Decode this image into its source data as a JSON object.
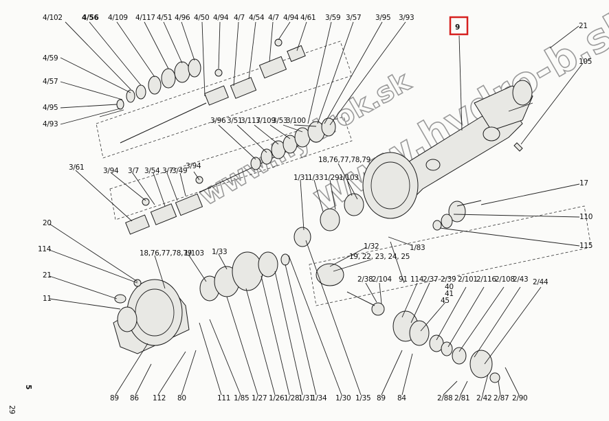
{
  "highlight_label": "9",
  "page_number": "29",
  "group_number": "5",
  "watermarks": [
    "www.hydro-b.sk",
    "www.hydrok.sk"
  ],
  "labels": {
    "l_4_102": "4/102",
    "l_4_56": "4/56",
    "l_4_109": "4/109",
    "l_4_117": "4/117",
    "l_4_51": "4/51",
    "l_4_96": "4/96",
    "l_4_50": "4/50",
    "l_4_94a": "4/94",
    "l_4_7a": "4/7",
    "l_4_54": "4/54",
    "l_4_7b": "4/7",
    "l_4_94b": "4/94",
    "l_4_61": "4/61",
    "l_3_59": "3/59",
    "l_3_57": "3/57",
    "l_3_95": "3/95",
    "l_3_93": "3/93",
    "l_21a": "21",
    "l_105": "105",
    "l_4_59": "4/59",
    "l_4_57": "4/57",
    "l_4_95": "4/95",
    "l_4_93": "4/93",
    "l_3_96": "3/96",
    "l_3_51": "3/51",
    "l_3_117": "3/117",
    "l_3_109": "3/109",
    "l_3_53": "3/53",
    "l_3_100": "3/100",
    "l_3_61": "3/61",
    "l_3_94a": "3/94",
    "l_3_7a": "3/7",
    "l_3_54": "3/54",
    "l_3_7b": "3/7",
    "l_3_49": "3/49",
    "l_3_94b": "3/94",
    "l_18_a": "18,76,77,78,79",
    "l_1_31a": "1/31",
    "l_1_33a": "1/33",
    "l_1_29": "1/29",
    "l_1_103a": "1/103",
    "l_17": "17",
    "l_110": "110",
    "l_115": "115",
    "l_20": "20",
    "l_114": "114",
    "l_21b": "21",
    "l_11": "11",
    "l_18_b": "18,76,77,78,79",
    "l_1_103b": "1/103",
    "l_1_33b": "1/33",
    "l_1_32": "1/32",
    "l_19": "19, 22, 23, 24, 25",
    "l_1_83": "1/83",
    "l_2_38": "2/38",
    "l_2_104": "2/104",
    "l_91": "91",
    "l_114b": "114",
    "l_2_37": "2/37",
    "l_2_39": "2/39",
    "l_40": "40",
    "l_41": "41",
    "l_45": "45",
    "l_2_101": "2/101",
    "l_2_116": "2/116",
    "l_2_108": "2/108",
    "l_2_43": "2/43",
    "l_2_44": "2/44",
    "l_89a": "89",
    "l_86": "86",
    "l_112": "112",
    "l_80": "80",
    "l_111": "111",
    "l_1_85": "1/85",
    "l_1_27": "1/27",
    "l_1_26": "1/26",
    "l_1_28": "1/28",
    "l_1_31b": "1/31",
    "l_1_34": "1/34",
    "l_1_30": "1/30",
    "l_1_35": "1/35",
    "l_89b": "89",
    "l_84": "84",
    "l_2_88": "2/88",
    "l_2_81": "2/81",
    "l_2_42": "2/42",
    "l_2_87": "2/87",
    "l_2_90": "2/90"
  },
  "colors": {
    "highlight": "#d6201f",
    "ink": "#1a1a1a",
    "watermark": "#9a9a9a"
  }
}
